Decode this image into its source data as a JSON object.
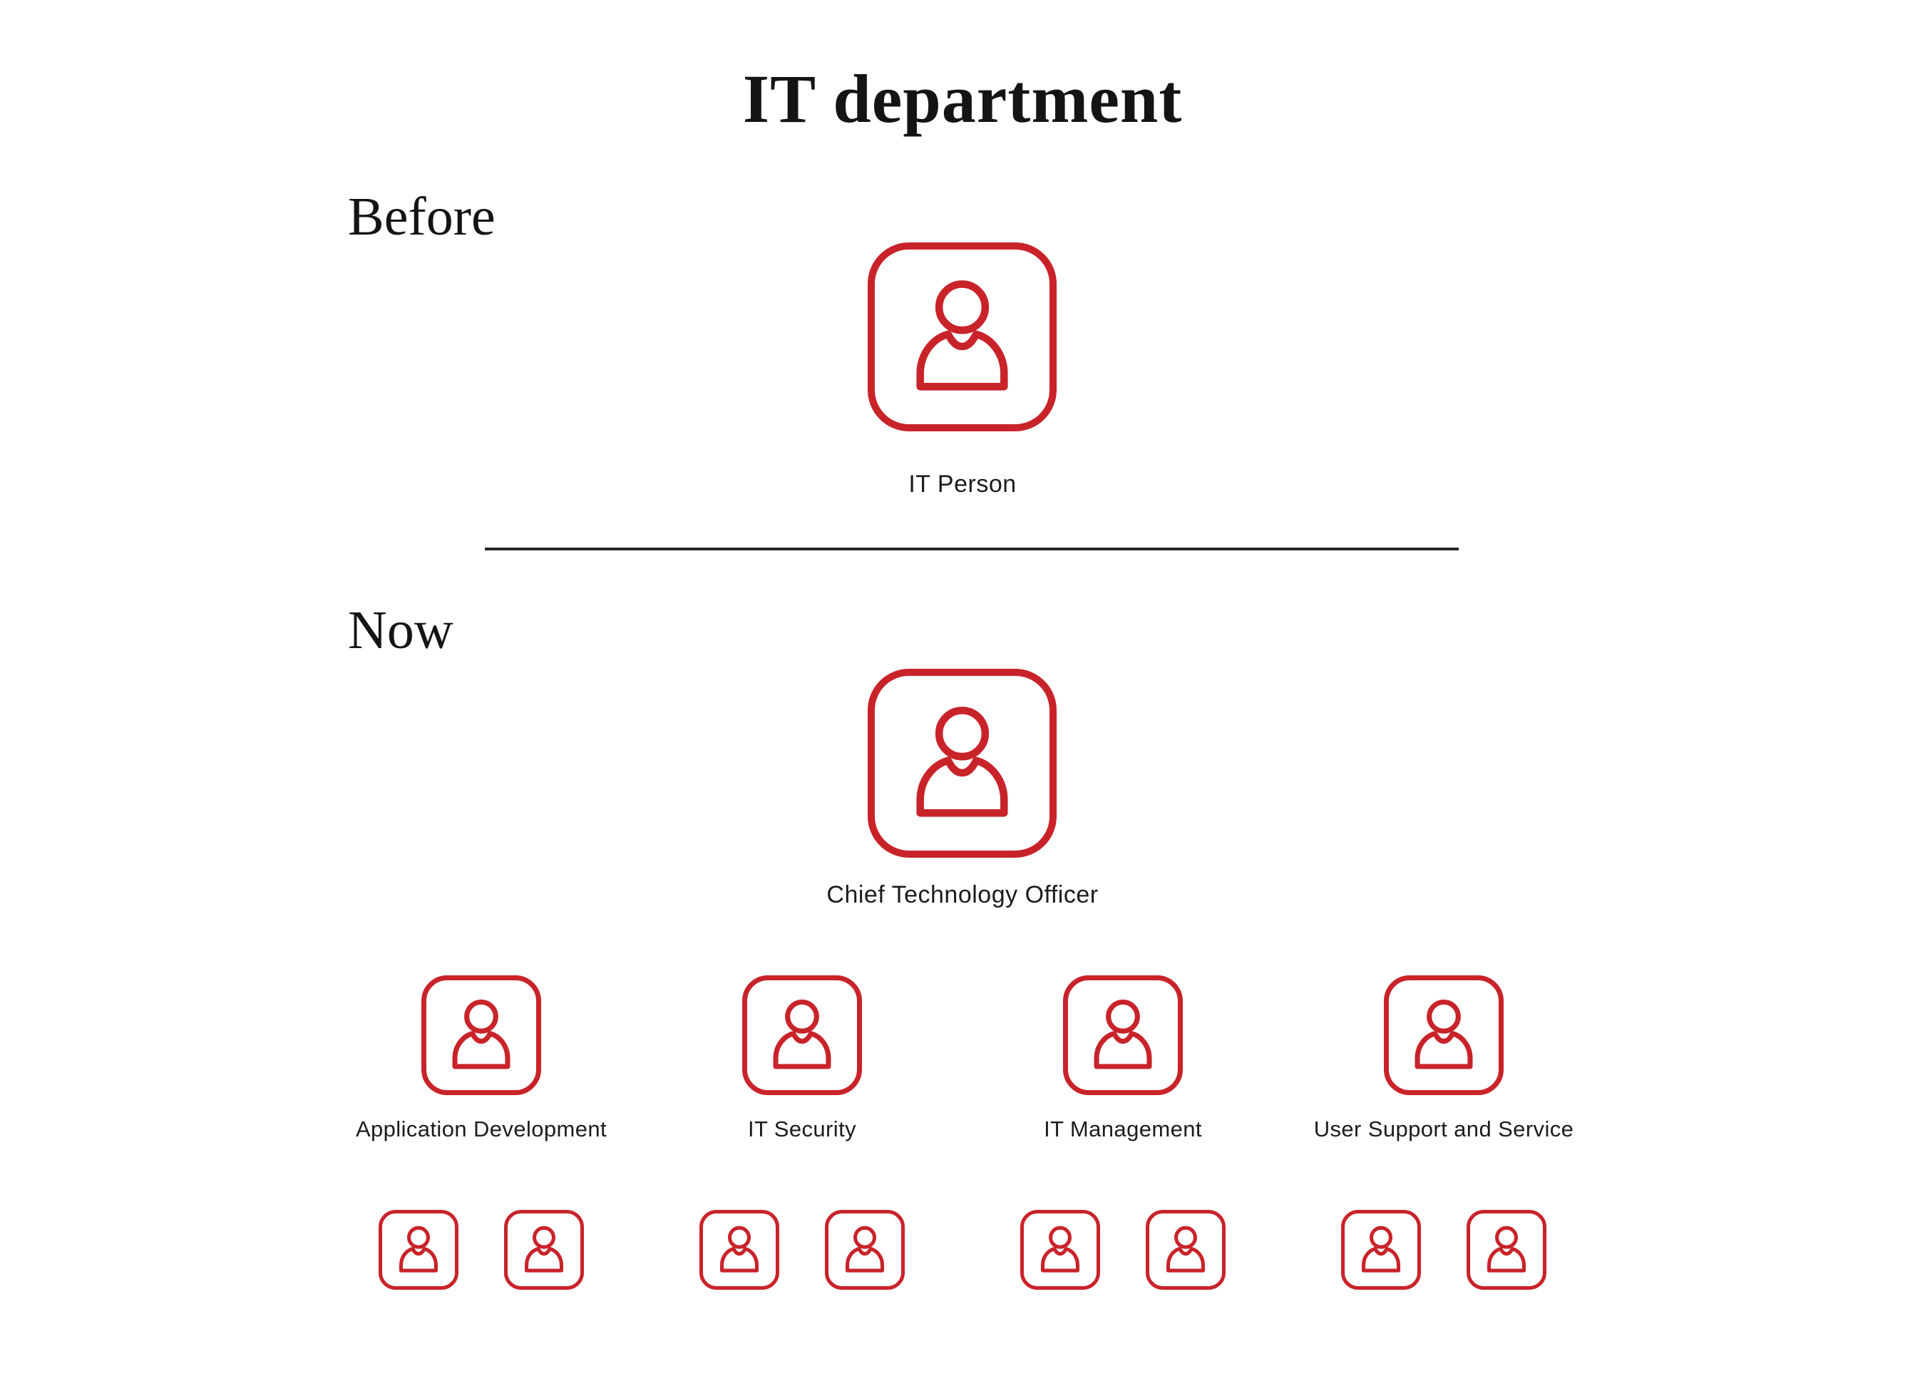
{
  "page": {
    "title": "IT department"
  },
  "colors": {
    "icon_red": "#c9232a",
    "text_dark": "#1c1c1c",
    "divider": "#262626"
  },
  "icons": {
    "person": "person-icon"
  },
  "sections": {
    "before": {
      "label": "Before",
      "person": {
        "title": "IT Person"
      }
    },
    "now": {
      "label": "Now",
      "leader": {
        "title": "Chief Technology Officer"
      },
      "departments": [
        {
          "label": "Application Development",
          "team_size": 2
        },
        {
          "label": "IT Security",
          "team_size": 2
        },
        {
          "label": "IT Management",
          "team_size": 2
        },
        {
          "label": "User Support and Service",
          "team_size": 2
        }
      ]
    }
  }
}
